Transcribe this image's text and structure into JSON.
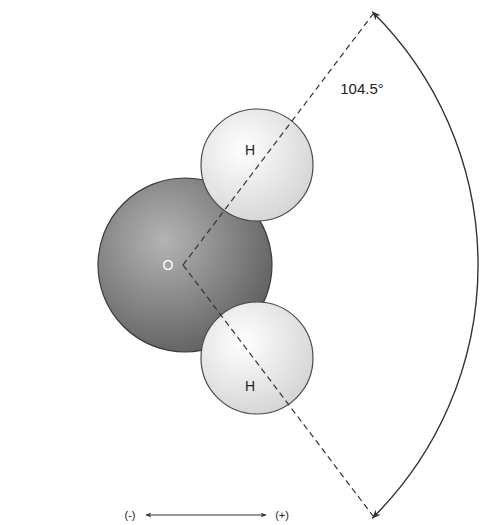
{
  "diagram": {
    "nodes": [
      {
        "text": [
          "O"
        ]
      },
      {
        "text": [
          "H"
        ]
      },
      {
        "text": [
          "H"
        ]
      }
    ],
    "labels": [
      "104.5°",
      "(-)",
      "(+)"
    ]
  }
}
